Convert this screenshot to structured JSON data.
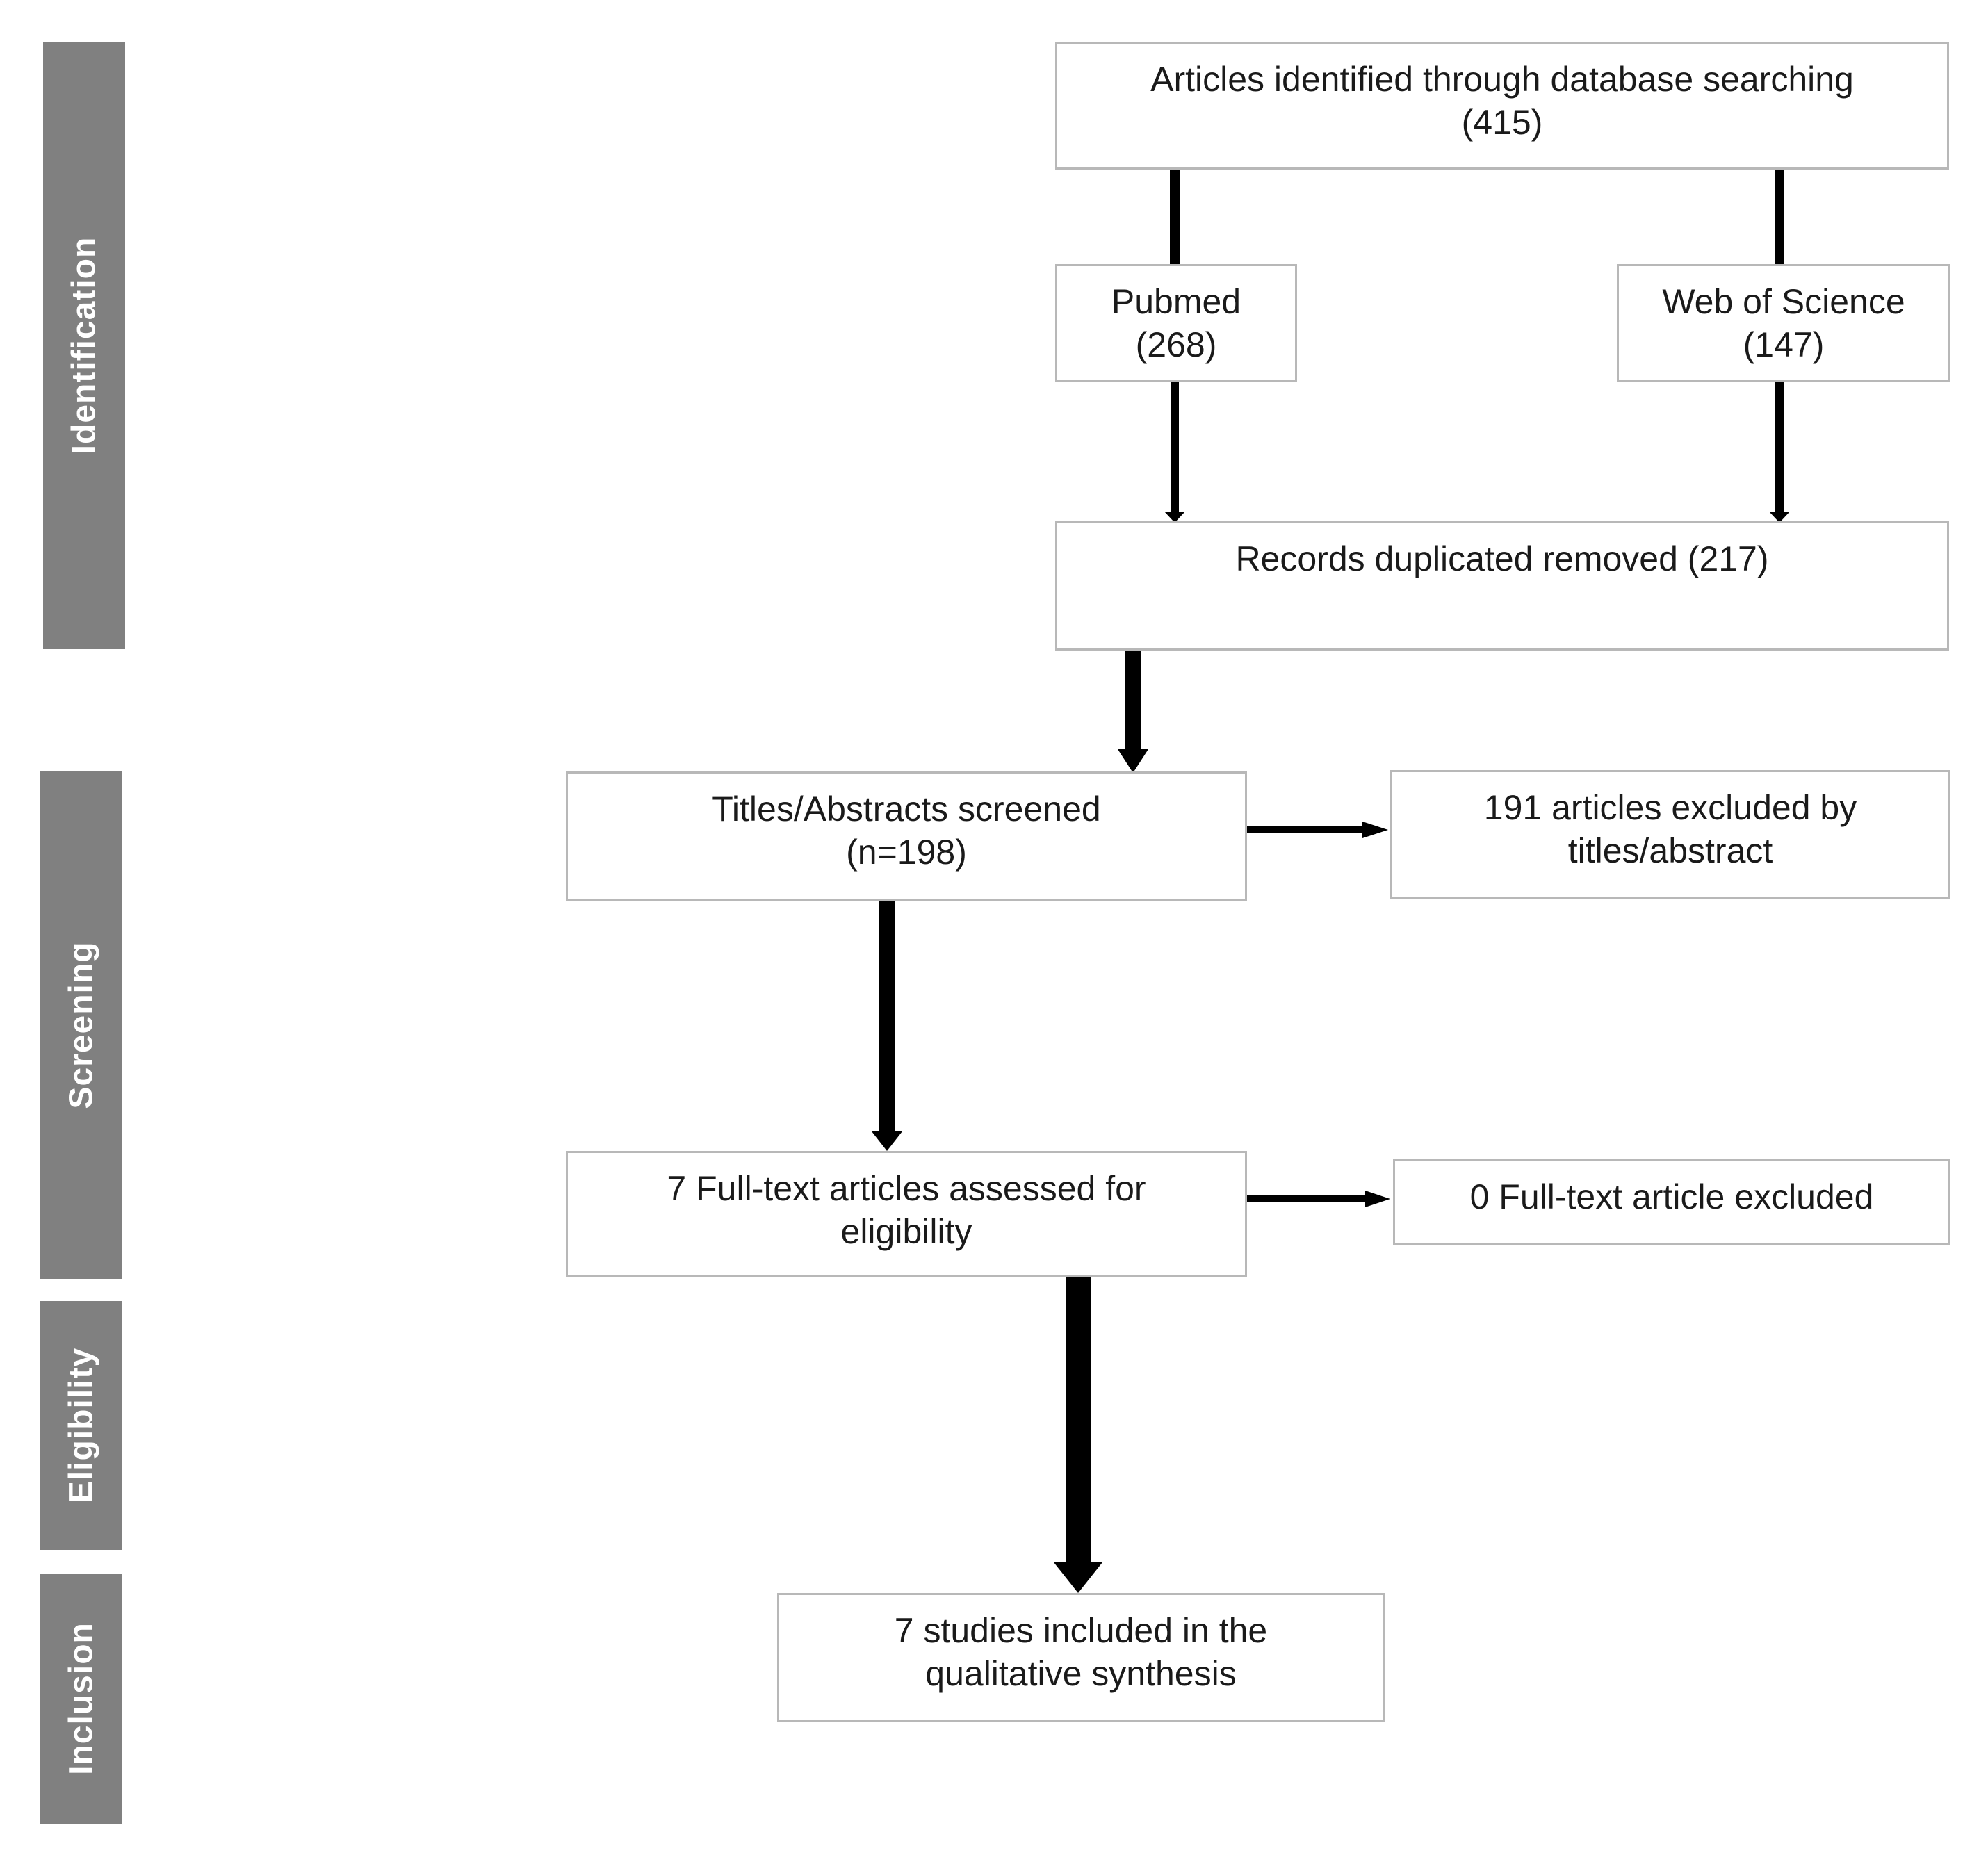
{
  "stages": {
    "identification": "Identification",
    "screening": "Screening",
    "eligibility": "Eligibility",
    "inclusion": "Inclusion"
  },
  "boxes": {
    "articles_identified": {
      "line1": "Articles identified through database searching",
      "line2": "(415)"
    },
    "pubmed": {
      "line1": "Pubmed",
      "line2": "(268)"
    },
    "web_of_science": {
      "line1": "Web of Science",
      "line2": "(147)"
    },
    "duplicates_removed": {
      "line1": "Records duplicated removed (217)"
    },
    "screened": {
      "line1": "Titles/Abstracts screened",
      "line2": "(n=198)"
    },
    "excluded_titles": {
      "line1": "191 articles excluded by",
      "line2": "titles/abstract"
    },
    "fulltext_assessed": {
      "line1": "7 Full-text articles assessed for",
      "line2": "eligibility"
    },
    "fulltext_excluded": {
      "line1": "0 Full-text article excluded"
    },
    "included": {
      "line1": "7 studies included in the",
      "line2": "qualitative synthesis"
    }
  },
  "colors": {
    "stage_bar": "#808080",
    "box_border": "#b8b8b8",
    "arrow": "#000000"
  }
}
